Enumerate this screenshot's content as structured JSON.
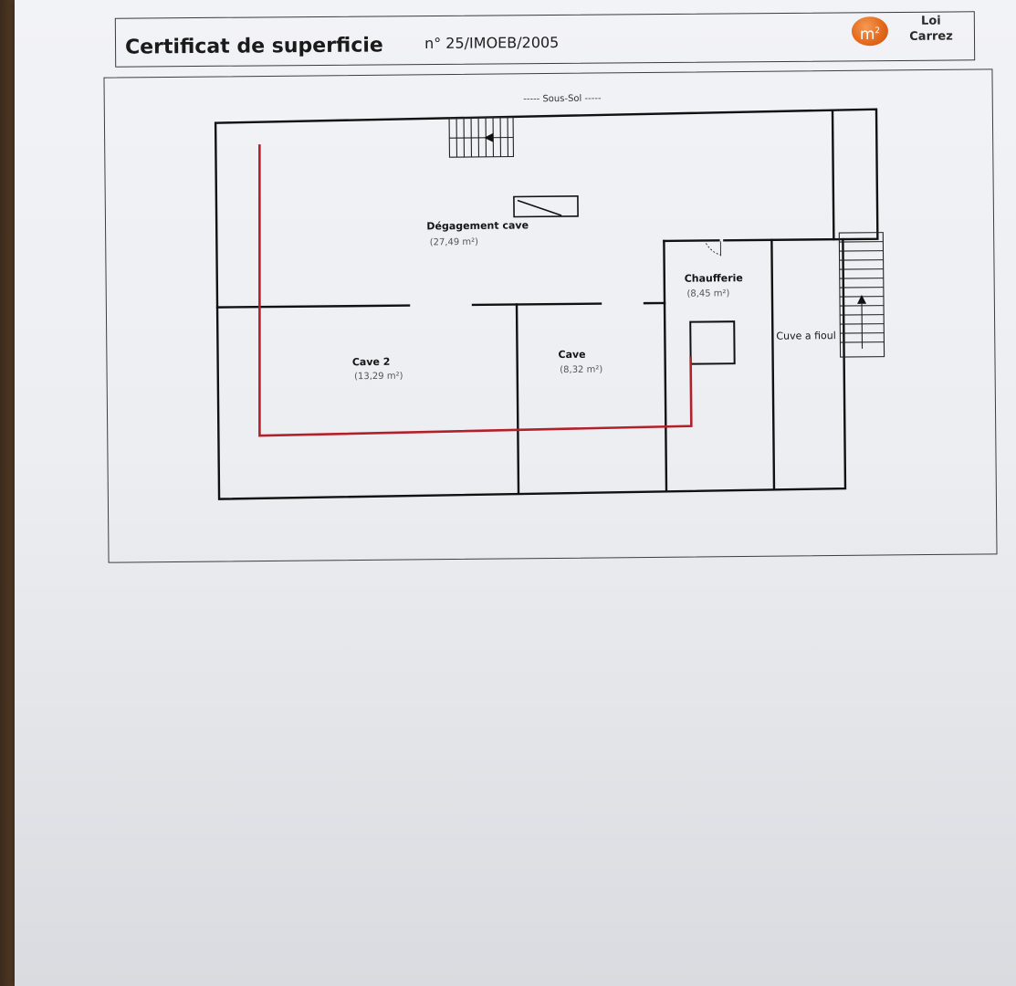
{
  "header": {
    "title": "Certificat de superficie",
    "number": "n° 25/IMOEB/2005",
    "logo_text": "m",
    "logo_sup": "2",
    "logo_caption_line1": "Loi",
    "logo_caption_line2": "Carrez",
    "logo_color": "#e46a1c"
  },
  "plan": {
    "level_label": "----- Sous-Sol -----",
    "network_color": "#b3202a",
    "rooms": [
      {
        "name": "Dégagement cave",
        "area": "(27,49 m²)"
      },
      {
        "name": "Cave 2",
        "area": "(13,29 m²)"
      },
      {
        "name": "Cave",
        "area": "(8,32 m²)"
      },
      {
        "name": "Chaufferie",
        "area": "(8,45 m²)"
      },
      {
        "name": "Cuve a fioul",
        "area": ""
      }
    ]
  }
}
